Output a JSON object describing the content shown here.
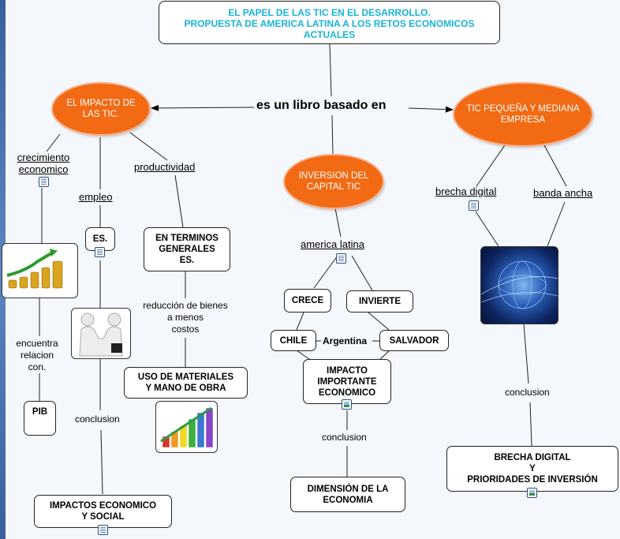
{
  "title": "EL PAPEL DE LAS TIC EN EL DESARROLLO.\nPROPUESTA DE AMERICA LATINA A LOS RETOS ECONOMICOS\nACTUALES",
  "center_phrase": "es un libro basado en",
  "left_concept": "EL IMPACTO DE\nLAS TIC.",
  "right_concept": "TIC PEQUEÑA Y MEDIANA\nEMPRESA",
  "middle_concept": "INVERSION DEL\nCAPITAL TIC",
  "left_branch": {
    "crecimiento": "crecimiento\neconomico",
    "empleo": "empleo",
    "productividad": "productividad",
    "es_box": "ES.",
    "terminos_box": "EN TERMINOS\nGENERALES\nES.",
    "reduccion": "reducción de bienes\na menos\ncostos",
    "uso_box": "USO DE MATERIALES\nY MANO DE OBRA",
    "encuentra": "encuentra\nrelacion\ncon.",
    "pib_box": "PIB",
    "conclusion": "conclusion",
    "impactos_box": "IMPACTOS ECONOMICO\nY SOCIAL"
  },
  "middle_branch": {
    "america": "america latina",
    "crece_box": "CRECE",
    "invierte_box": "INVIERTE",
    "chile_box": "CHILE",
    "argentina": "Argentina",
    "salvador_box": "SALVADOR",
    "impacto_box": "IMPACTO\nIMPORTANTE\nECONOMICO",
    "conclusion": "conclusion",
    "dimension_box": "DIMENSIÓN DE LA\nECONOMIA"
  },
  "right_branch": {
    "brecha": "brecha digital",
    "banda": "banda ancha",
    "conclusion": "conclusion",
    "brecha_box": "BRECHA DIGITAL\nY\nPRIORIDADES DE INVERSIÓN"
  },
  "icons": [
    "note-icon",
    "picture-icon",
    "coins-growth-picture",
    "handshake-picture",
    "bar-chart-picture",
    "globe-picture"
  ],
  "colors": {
    "concept_fill": "#f26a13",
    "title_text": "#19b3d8",
    "page_bg": "#f4f7fb"
  }
}
